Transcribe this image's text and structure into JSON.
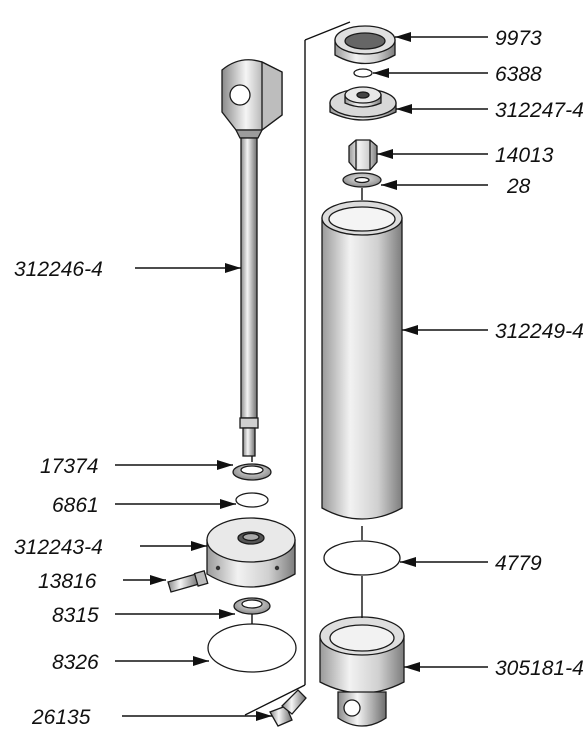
{
  "labels": {
    "p9973": "9973",
    "p6388": "6388",
    "p312247": "312247-4",
    "p14013": "14013",
    "p28": "28",
    "p312249": "312249-4",
    "p312246": "312246-4",
    "p17374": "17374",
    "p6861": "6861",
    "p312243": "312243-4",
    "p13816": "13816",
    "p8315": "8315",
    "p8326": "8326",
    "p4779": "4779",
    "p305181": "305181-4",
    "p26135": "26135"
  }
}
